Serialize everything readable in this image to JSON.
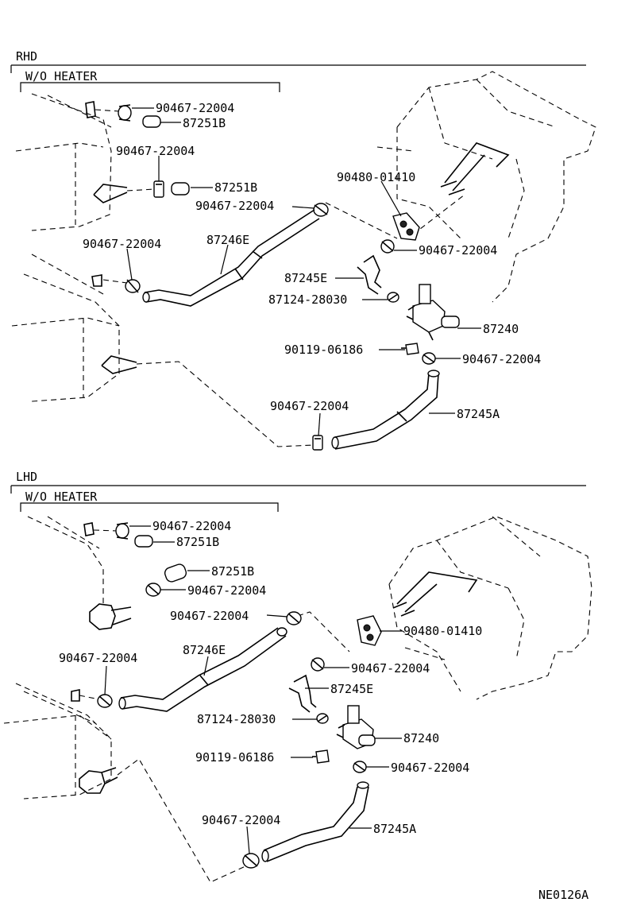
{
  "diagram_id": "NE0126A",
  "rhd": {
    "section": "RHD",
    "subsection": "W/O HEATER",
    "labels": {
      "clamp_top": "90467-22004",
      "hose_top": "87251B",
      "clamp_2": "90467-22004",
      "hose_2": "87251B",
      "clamp_3": "90467-22004",
      "grommet": "90480-01410",
      "clamp_left": "90467-22004",
      "hose_e_long": "87246E",
      "clamp_right": "90467-22004",
      "hose_e_short": "87245E",
      "clip": "87124-28030",
      "valve": "87240",
      "bolt": "90119-06186",
      "clamp_valve": "90467-22004",
      "clamp_bottom": "90467-22004",
      "hose_a": "87245A"
    }
  },
  "lhd": {
    "section": "LHD",
    "subsection": "W/O HEATER",
    "labels": {
      "clamp_top": "90467-22004",
      "hose_top": "87251B",
      "hose_2": "87251B",
      "clamp_2": "90467-22004",
      "clamp_3": "90467-22004",
      "grommet": "90480-01410",
      "clamp_left": "90467-22004",
      "hose_e_long": "87246E",
      "clamp_right": "90467-22004",
      "hose_e_short": "87245E",
      "clip": "87124-28030",
      "valve": "87240",
      "bolt": "90119-06186",
      "clamp_valve": "90467-22004",
      "clamp_bottom": "90467-22004",
      "hose_a": "87245A"
    }
  }
}
